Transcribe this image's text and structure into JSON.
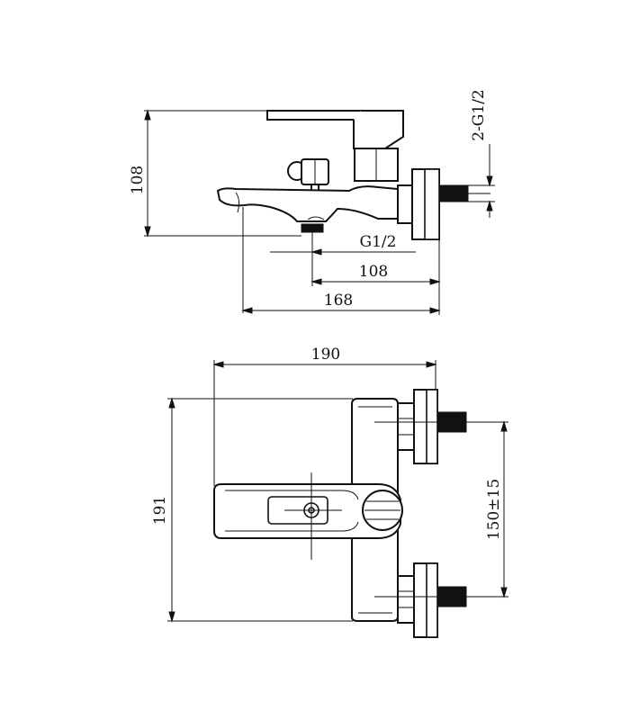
{
  "drawing": {
    "side_view": {
      "height_dim": "108",
      "inlet_thread": "2-G1/2",
      "outlet_thread": "G1/2",
      "outlet_to_wall_dim": "108",
      "spout_to_wall_dim": "168"
    },
    "top_view": {
      "width_dim": "190",
      "depth_dim": "191",
      "center_distance_dim": "150±15"
    }
  }
}
